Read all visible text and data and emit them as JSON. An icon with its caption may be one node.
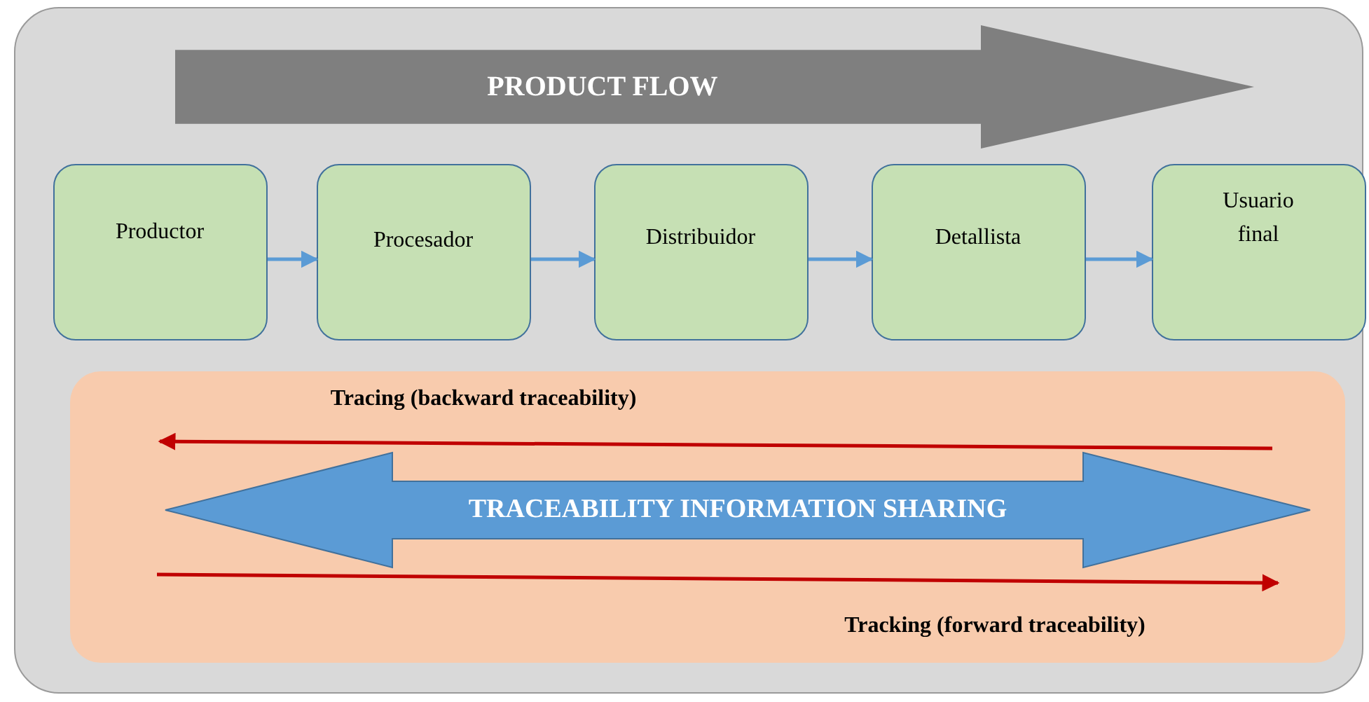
{
  "diagram": {
    "nodes": [
      {
        "text": [
          "PRODUCT FLOW"
        ]
      },
      {
        "text": [
          "Productor"
        ]
      },
      {
        "text": [
          "Procesador"
        ]
      },
      {
        "text": [
          "Distribuidor"
        ]
      },
      {
        "text": [
          "Detallista"
        ]
      },
      {
        "text": [
          "Usuario final"
        ]
      },
      {
        "text": [
          "Tracing (backward traceability)",
          "Tracking (forward traceability)"
        ]
      },
      {
        "text": [
          "TRACEABILITY INFORMATION SHARING"
        ],
        "in": 6
      }
    ],
    "edges": [
      {
        "from": 1,
        "to": 2,
        "arrow": "to"
      },
      {
        "from": 2,
        "to": 3,
        "arrow": "to"
      },
      {
        "from": 3,
        "to": 4,
        "arrow": "to"
      },
      {
        "from": 4,
        "to": 5,
        "arrow": "to"
      }
    ]
  }
}
